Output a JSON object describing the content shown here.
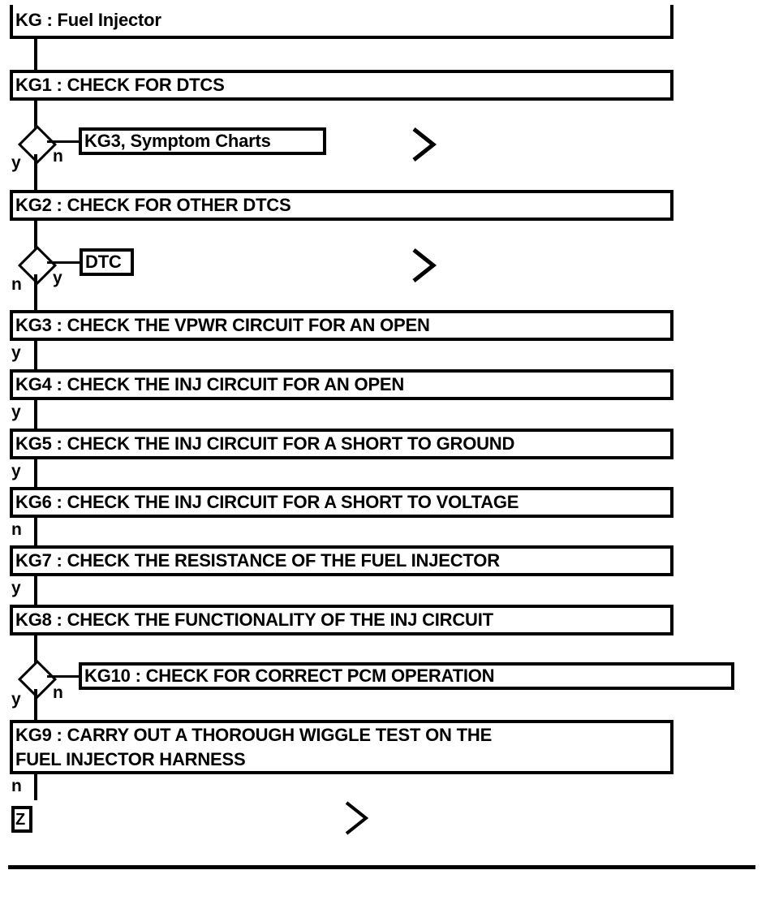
{
  "diagram": {
    "type": "flowchart",
    "title": "KG : Fuel Injector",
    "orientation": "top-to-bottom",
    "colors": {
      "stroke": "#000000",
      "background": "#ffffff",
      "text": "#000000"
    },
    "nodes": {
      "header": {
        "label": "KG : Fuel Injector"
      },
      "kg1": {
        "label": "KG1 : CHECK FOR DTCS"
      },
      "kg2": {
        "label": "KG2 : CHECK FOR OTHER DTCS"
      },
      "kg3": {
        "label": "KG3 : CHECK THE VPWR CIRCUIT FOR AN OPEN"
      },
      "kg4": {
        "label": "KG4 : CHECK THE INJ CIRCUIT FOR AN OPEN"
      },
      "kg5": {
        "label": "KG5 : CHECK THE INJ CIRCUIT FOR A SHORT TO GROUND"
      },
      "kg6": {
        "label": "KG6 : CHECK THE INJ CIRCUIT FOR A SHORT TO VOLTAGE"
      },
      "kg7": {
        "label": "KG7 : CHECK THE RESISTANCE OF THE FUEL INJECTOR"
      },
      "kg8": {
        "label": "KG8 : CHECK THE FUNCTIONALITY OF THE INJ CIRCUIT"
      },
      "kg9": {
        "label": "KG9 : CARRY OUT A THOROUGH WIGGLE TEST ON THE\nFUEL INJECTOR HARNESS"
      },
      "kg10_ref": {
        "label": "KG10 : CHECK FOR CORRECT PCM OPERATION"
      },
      "symptom_charts_ref": {
        "label": "KG3, Symptom Charts"
      },
      "dtc_ref": {
        "label": "DTC"
      },
      "z_ref": {
        "label": "Z"
      }
    },
    "branches": {
      "kg1_yes": "y",
      "kg1_no": "n",
      "kg2_no": "n",
      "kg2_yes": "y",
      "kg3_yes": "y",
      "kg4_yes": "y",
      "kg5_yes": "y",
      "kg6_no": "n",
      "kg7_yes": "y",
      "kg8_yes": "y",
      "kg8_no": "n",
      "kg9_no": "n"
    },
    "icons": {
      "chevron": "chevron-right-icon"
    }
  }
}
